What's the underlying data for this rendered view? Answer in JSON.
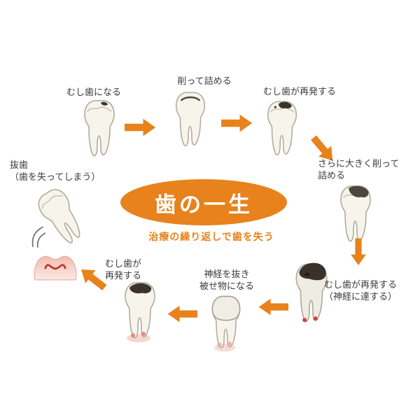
{
  "diagram": {
    "title": "歯の一生",
    "subtitle": "治療の繰り返しで歯を失う"
  },
  "colors": {
    "accent_orange": "#e8821c",
    "label_text": "#3b3b3b",
    "tooth_fill": "#f7f4ec",
    "tooth_outline": "#b2aa9c",
    "cavity_dark": "#3c332b",
    "gum_pink": "#f3bfb4",
    "nerve_red": "#cc2a2a"
  },
  "stages": {
    "s1": {
      "label": "むし歯になる",
      "icon": "tooth-with-small-cavity"
    },
    "s2": {
      "label": "削って詰める",
      "icon": "tooth-with-filling"
    },
    "s3": {
      "label": "むし歯が再発する",
      "icon": "tooth-with-recurrent-cavity"
    },
    "s4": {
      "line1": "さらに大きく削って",
      "line2": "詰める",
      "icon": "tooth-with-large-filling"
    },
    "s5": {
      "line1": "むし歯が再発する",
      "line2": "（神経に達する）",
      "icon": "tooth-decay-reaching-nerve"
    },
    "s6": {
      "line1": "神経を抜き",
      "line2": "被せ物になる",
      "icon": "tooth-with-crown"
    },
    "s7": {
      "line1": "むし歯が",
      "line2": "再発する",
      "icon": "crowned-tooth-recurrent-decay"
    },
    "s8": {
      "line1": "抜歯",
      "line2": "（歯を失ってしまう）",
      "icon": "extracted-tooth-and-gum"
    }
  }
}
